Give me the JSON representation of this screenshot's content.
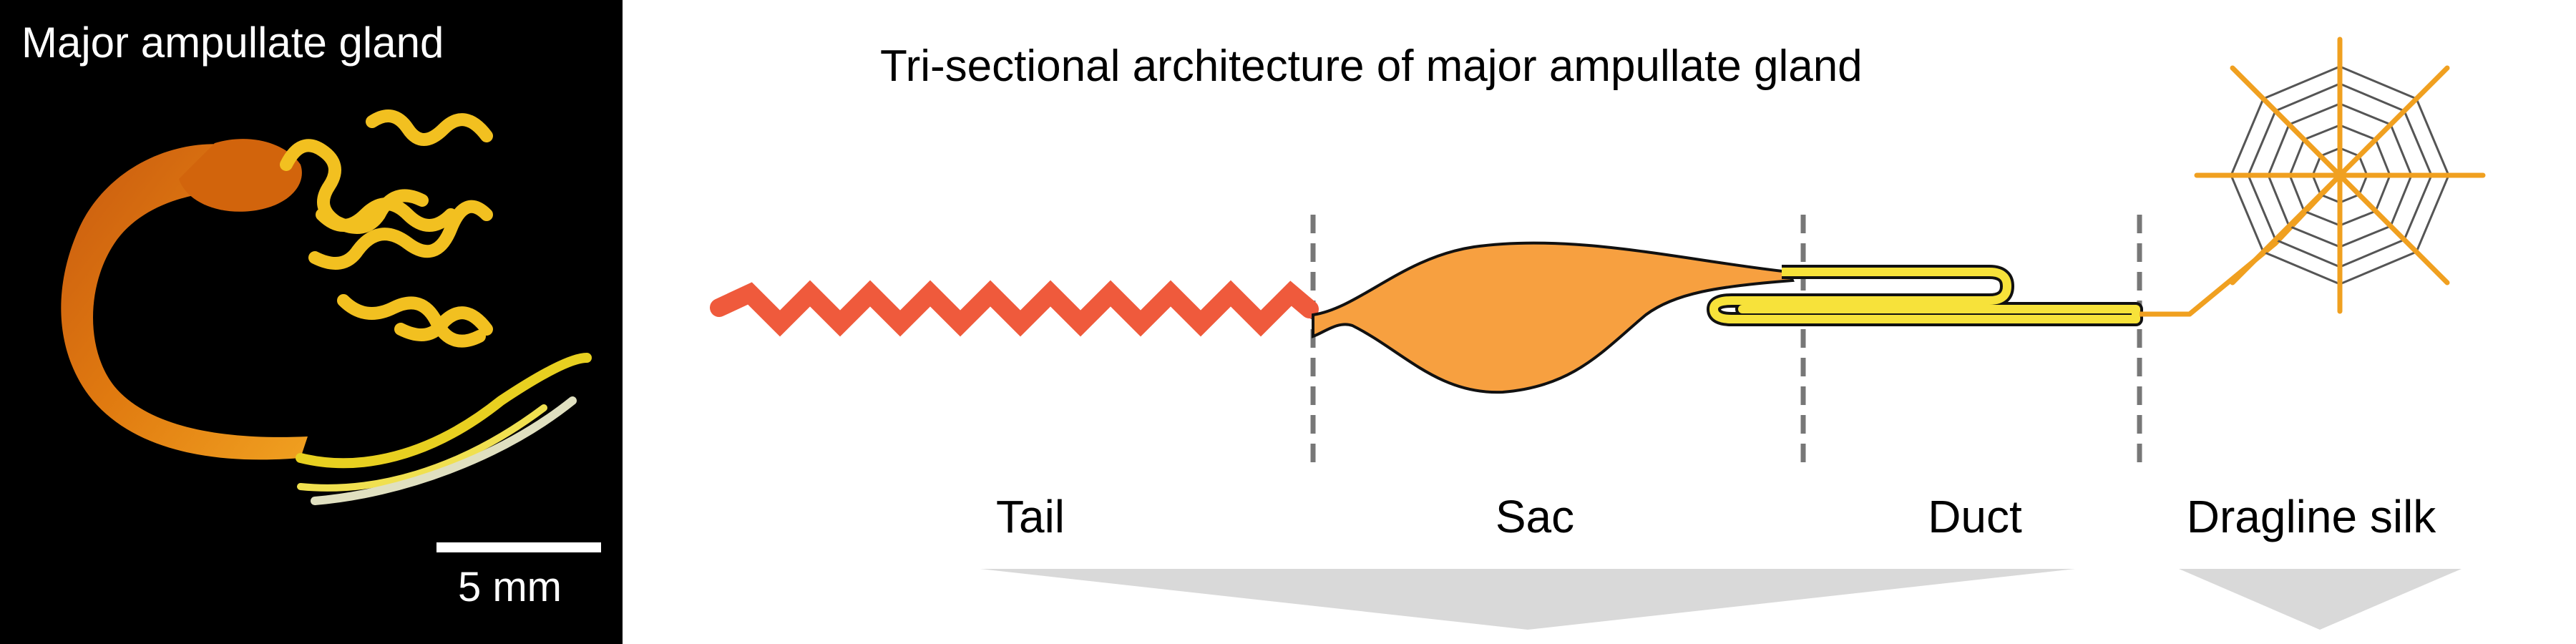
{
  "photo": {
    "title": "Major ampullate gland",
    "scale_bar_label": "5 mm"
  },
  "diagram": {
    "title": "Tri-sectional architecture of major ampullate gland",
    "sections": {
      "tail": "Tail",
      "sac": "Sac",
      "duct": "Duct",
      "dragline": "Dragline silk"
    }
  },
  "colors": {
    "tail": "#ef5a3c",
    "sac": "#f7a040",
    "duct": "#f7e23a",
    "silk_thread": "#f0a020",
    "divider": "#777777",
    "arrow": "#d9d9d9",
    "web": "#555555"
  }
}
